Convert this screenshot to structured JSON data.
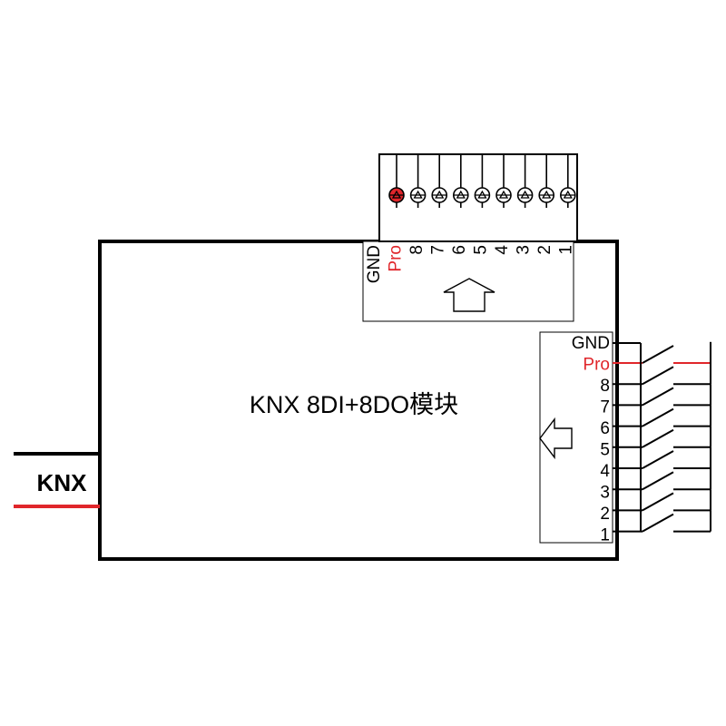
{
  "module": {
    "title": "KNX 8DI+8DO模块"
  },
  "bus": {
    "label": "KNX",
    "wire_colors": [
      "#000000",
      "#e0262b"
    ]
  },
  "input_connector": {
    "pins": [
      {
        "label": "GND",
        "color": "#000000"
      },
      {
        "label": "Pro",
        "color": "#e0262b"
      },
      {
        "label": "8",
        "color": "#000000"
      },
      {
        "label": "7",
        "color": "#000000"
      },
      {
        "label": "6",
        "color": "#000000"
      },
      {
        "label": "5",
        "color": "#000000"
      },
      {
        "label": "4",
        "color": "#000000"
      },
      {
        "label": "3",
        "color": "#000000"
      },
      {
        "label": "2",
        "color": "#000000"
      },
      {
        "label": "1",
        "color": "#000000"
      }
    ],
    "arrow_direction": "up"
  },
  "input_leds": {
    "count": 9,
    "highlighted_index": 0,
    "highlight_color": "#e0262b",
    "icon": "led-icon"
  },
  "output_connector": {
    "pins": [
      {
        "label": "GND",
        "color": "#000000"
      },
      {
        "label": "Pro",
        "color": "#e0262b"
      },
      {
        "label": "8",
        "color": "#000000"
      },
      {
        "label": "7",
        "color": "#000000"
      },
      {
        "label": "6",
        "color": "#000000"
      },
      {
        "label": "5",
        "color": "#000000"
      },
      {
        "label": "4",
        "color": "#000000"
      },
      {
        "label": "3",
        "color": "#000000"
      },
      {
        "label": "2",
        "color": "#000000"
      },
      {
        "label": "1",
        "color": "#000000"
      }
    ],
    "arrow_direction": "left"
  },
  "output_switches": {
    "count": 9,
    "highlighted_index": 0,
    "highlight_color": "#e0262b",
    "icon": "switch-icon"
  }
}
